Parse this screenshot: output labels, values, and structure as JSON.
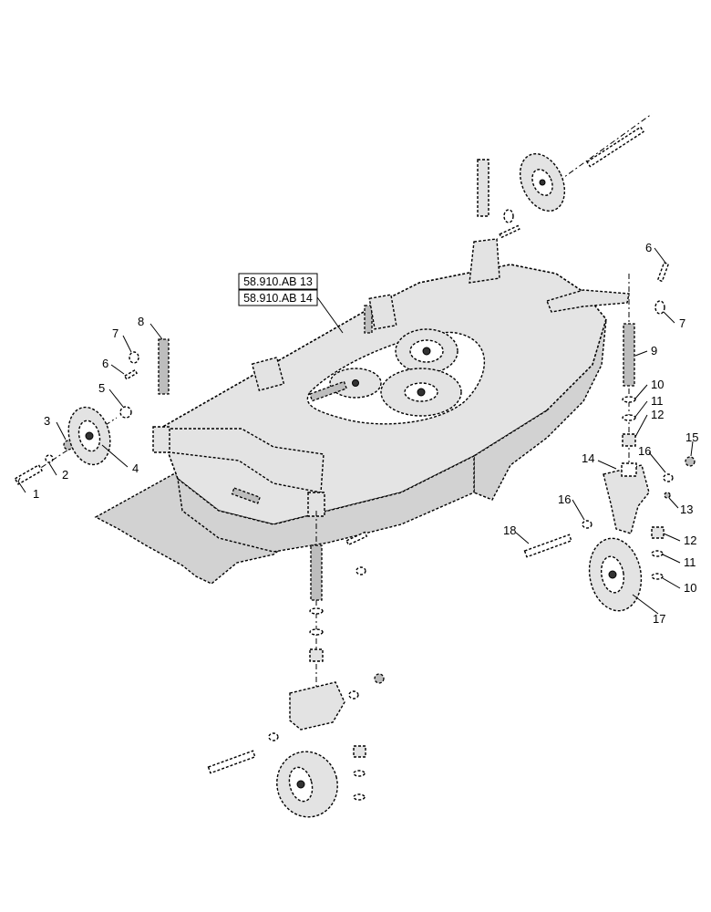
{
  "references": [
    {
      "id": "ref-1",
      "text": "58.910.AB 13"
    },
    {
      "id": "ref-2",
      "text": "58.910.AB 14"
    }
  ],
  "callouts": [
    {
      "id": "c1a",
      "label": "1"
    },
    {
      "id": "c2a",
      "label": "2"
    },
    {
      "id": "c3a",
      "label": "3"
    },
    {
      "id": "c4a",
      "label": "4"
    },
    {
      "id": "c5a",
      "label": "5"
    },
    {
      "id": "c6a",
      "label": "6"
    },
    {
      "id": "c7a",
      "label": "7"
    },
    {
      "id": "c8a",
      "label": "8"
    },
    {
      "id": "c6b",
      "label": "6"
    },
    {
      "id": "c7b",
      "label": "7"
    },
    {
      "id": "c9",
      "label": "9"
    },
    {
      "id": "c10a",
      "label": "10"
    },
    {
      "id": "c11a",
      "label": "11"
    },
    {
      "id": "c12a",
      "label": "12"
    },
    {
      "id": "c15",
      "label": "15"
    },
    {
      "id": "c16a",
      "label": "16"
    },
    {
      "id": "c14",
      "label": "14"
    },
    {
      "id": "c13",
      "label": "13"
    },
    {
      "id": "c16b",
      "label": "16"
    },
    {
      "id": "c18",
      "label": "18"
    },
    {
      "id": "c12b",
      "label": "12"
    },
    {
      "id": "c11b",
      "label": "11"
    },
    {
      "id": "c10b",
      "label": "10"
    },
    {
      "id": "c17",
      "label": "17"
    }
  ]
}
